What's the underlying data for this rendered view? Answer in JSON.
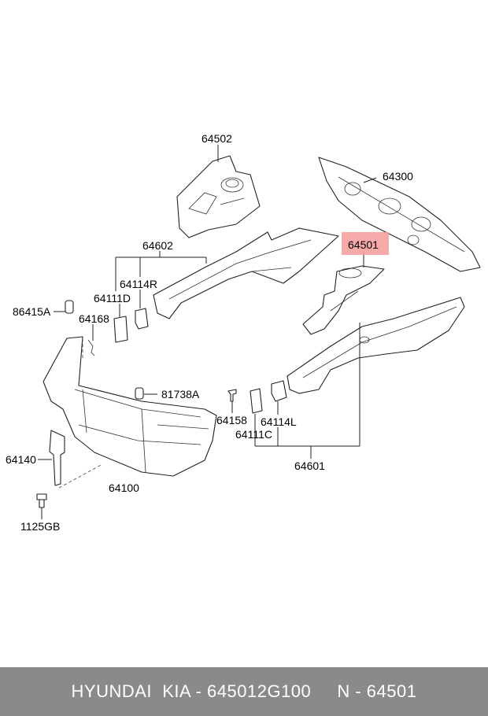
{
  "labels": {
    "p64502": "64502",
    "p64300": "64300",
    "p64602": "64602",
    "p64501": "64501",
    "p64114R": "64114R",
    "p64111D": "64111D",
    "p86415A": "86415A",
    "p64168": "64168",
    "p81738A": "81738A",
    "p64158": "64158",
    "p64114L": "64114L",
    "p64111C": "64111C",
    "p64601": "64601",
    "p64140": "64140",
    "p64100": "64100",
    "p1125GB": "1125GB"
  },
  "highlight_color": "#f39a9a",
  "footer": {
    "text": "HYUNDAI  KIA - 645012G100     N - 64501"
  }
}
